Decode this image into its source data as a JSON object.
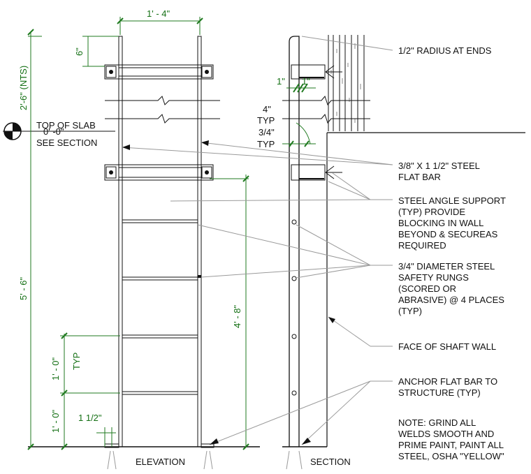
{
  "dimensions": {
    "width_top": "1' - 4\"",
    "top_offset": "6\"",
    "nts_height": "2'-6\" (NTS)",
    "total_height": "5' - 6\"",
    "rung_spacing": "1' - 0\"",
    "rung_typ": "TYP",
    "bottom_offset": "1' - 0\"",
    "rail_gap": "1 1/2\"",
    "rung_height_right": "4' - 8\"",
    "section_one_a": "1\"",
    "section_one_b": "1\"",
    "section_four": "4\"",
    "section_typ_a": "TYP",
    "section_three_quarter": "3/4\"",
    "section_typ_b": "TYP"
  },
  "slab_marker": {
    "line1": "TOP OF SLAB",
    "line2": "0' -0\"",
    "line3": "SEE SECTION"
  },
  "view_labels": {
    "elevation": "ELEVATION",
    "section": "SECTION"
  },
  "notes": {
    "radius": "1/2\" RADIUS AT ENDS",
    "flat_bar": [
      "3/8\" X 1 1/2\" STEEL",
      "FLAT BAR"
    ],
    "angle_support": [
      "STEEL ANGLE SUPPORT",
      "(TYP) PROVIDE",
      "BLOCKING IN WALL",
      "BEYOND & SECUREAS",
      "REQUIRED"
    ],
    "rungs": [
      "3/4\" DIAMETER STEEL",
      "SAFETY RUNGS",
      "(SCORED OR",
      "ABRASIVE) @ 4 PLACES",
      "(TYP)"
    ],
    "shaft_wall": "FACE OF SHAFT WALL",
    "anchor": [
      "ANCHOR FLAT BAR TO",
      "STRUCTURE (TYP)"
    ],
    "general": [
      "NOTE:  GRIND ALL",
      "WELDS SMOOTH AND",
      "PRIME PAINT, PAINT ALL",
      "STEEL, OSHA \"YELLOW\""
    ]
  },
  "colors": {
    "line": "#111111",
    "dimension": "#157015",
    "leader": "#9a9a9a"
  }
}
